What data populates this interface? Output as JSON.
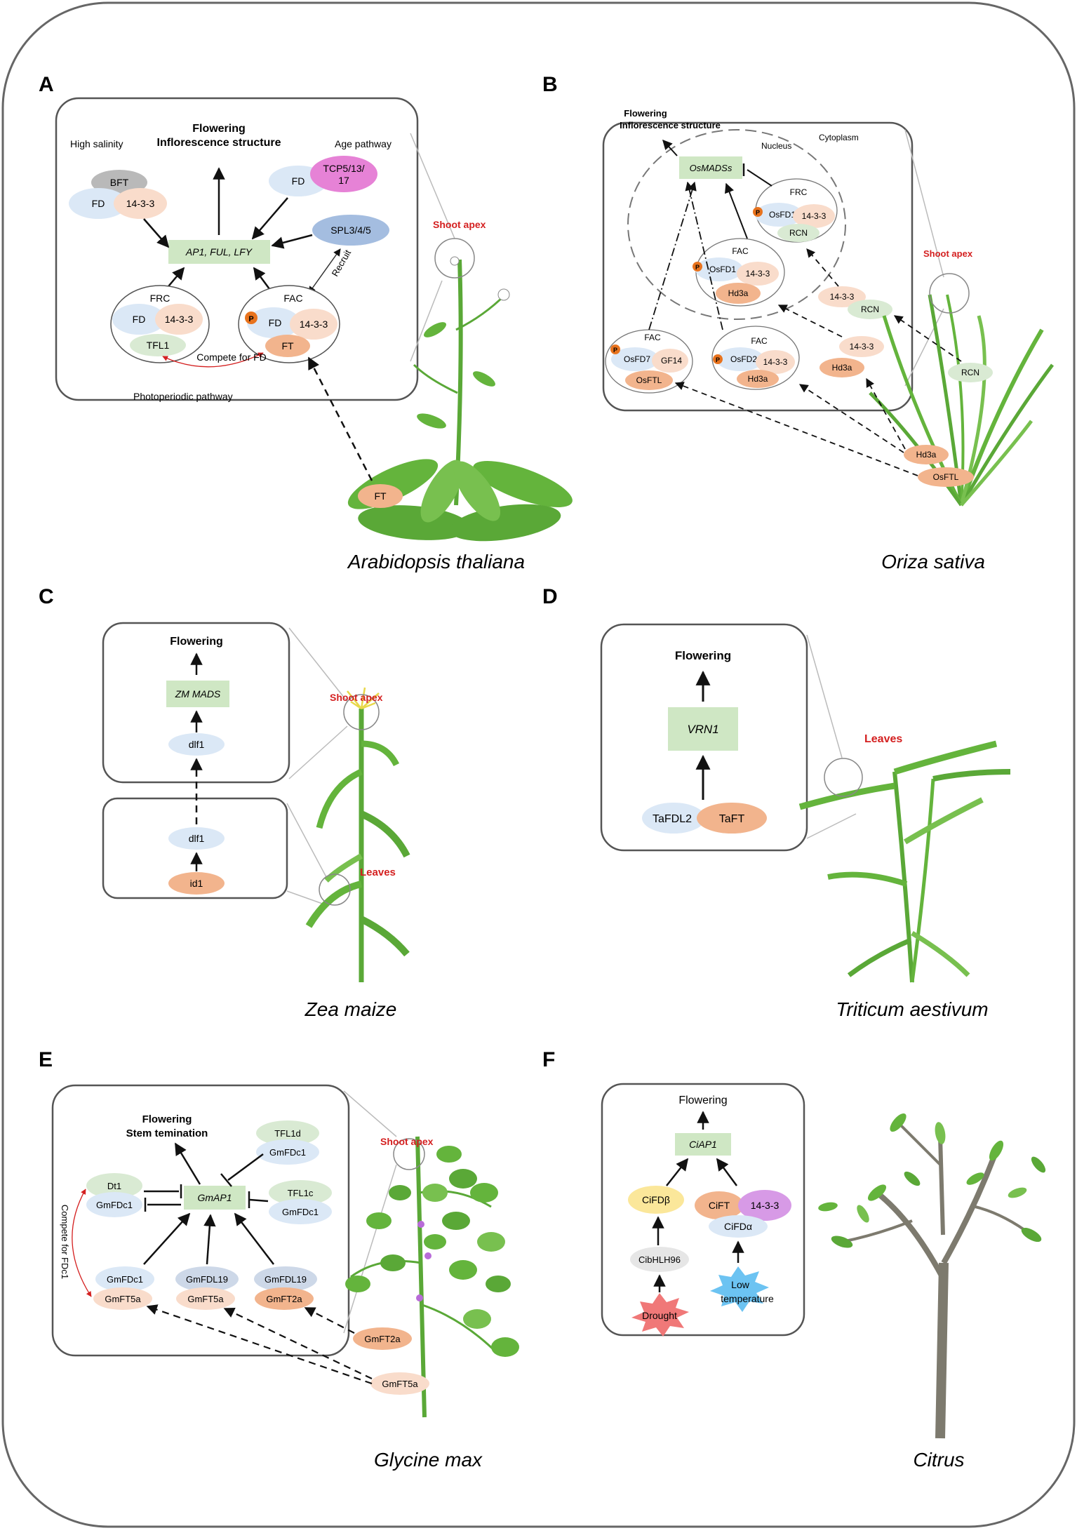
{
  "panels": {
    "A": {
      "letter": "A",
      "species": "Arabidopsis thaliana",
      "shoot_apex": "Shoot apex",
      "high_salinity": "High salinity",
      "flowering": "Flowering",
      "inflorescence": "Inflorescence structure",
      "age_pathway": "Age pathway",
      "bft": "BFT",
      "fd": "FD",
      "p1433": "14-3-3",
      "tcp_line1": "TCP5/13/",
      "tcp_line2": "17",
      "spl": "SPL3/4/5",
      "target": "AP1, FUL, LFY",
      "recruit": "Recruit",
      "frc": "FRC",
      "fac": "FAC",
      "tfl1": "TFL1",
      "ft": "FT",
      "p": "P",
      "compete": "Compete for FD",
      "photoperiodic": "Photoperiodic pathway"
    },
    "B": {
      "letter": "B",
      "species": "Oriza sativa",
      "shoot_apex": "Shoot apex",
      "flowering": "Flowering",
      "inflorescence": "Inflorescence structure",
      "nucleus": "Nucleus",
      "cytoplasm": "Cytoplasm",
      "target": "OsMADSs",
      "frc": "FRC",
      "fac": "FAC",
      "osfd1": "OsFD1",
      "osfd2": "OsFD2",
      "osfd7": "OsFD7",
      "gf14": "GF14",
      "p1433": "14-3-3",
      "rcn": "RCN",
      "hd3a": "Hd3a",
      "osftl": "OsFTL",
      "p": "P"
    },
    "C": {
      "letter": "C",
      "species": "Zea maize",
      "shoot_apex": "Shoot apex",
      "leaves": "Leaves",
      "flowering": "Flowering",
      "target": "ZM MADS",
      "dlf1": "dlf1",
      "id1": "id1"
    },
    "D": {
      "letter": "D",
      "species": "Triticum aestivum",
      "leaves": "Leaves",
      "flowering": "Flowering",
      "target": "VRN1",
      "tafdl2": "TaFDL2",
      "taft": "TaFT"
    },
    "E": {
      "letter": "E",
      "species": "Glycine max",
      "shoot_apex": "Shoot apex",
      "flowering": "Flowering",
      "stem": "Stem temination",
      "target": "GmAP1",
      "tfl1d": "TFL1d",
      "tfl1c": "TFL1c",
      "gmfdc1": "GmFDc1",
      "dt1": "Dt1",
      "gmfdl19": "GmFDL19",
      "gmft5a": "GmFT5a",
      "gmft2a": "GmFT2a",
      "compete": "Compete for FDc1"
    },
    "F": {
      "letter": "F",
      "species": "Citrus",
      "flowering": "Flowering",
      "target": "CiAP1",
      "cifdb": "CiFDβ",
      "ciFT": "CiFT",
      "p1433": "14-3-3",
      "cifda": "CiFDα",
      "cibhlh": "CibHLH96",
      "drought": "Drought",
      "low1": "Low",
      "low2": "temperature"
    }
  },
  "colors": {
    "blue": "#dbe8f6",
    "peach": "#f9dccb",
    "orange": "#f2b48d",
    "green": "#d9ead3",
    "target_green": "#cfe7c4",
    "pink": "#e682d6",
    "gray": "#b9b9b9",
    "steel": "#a4bde0",
    "yellow": "#fbe79a",
    "purple": "#d79ae6",
    "red": "#d42020",
    "plant": "#64b43c"
  }
}
